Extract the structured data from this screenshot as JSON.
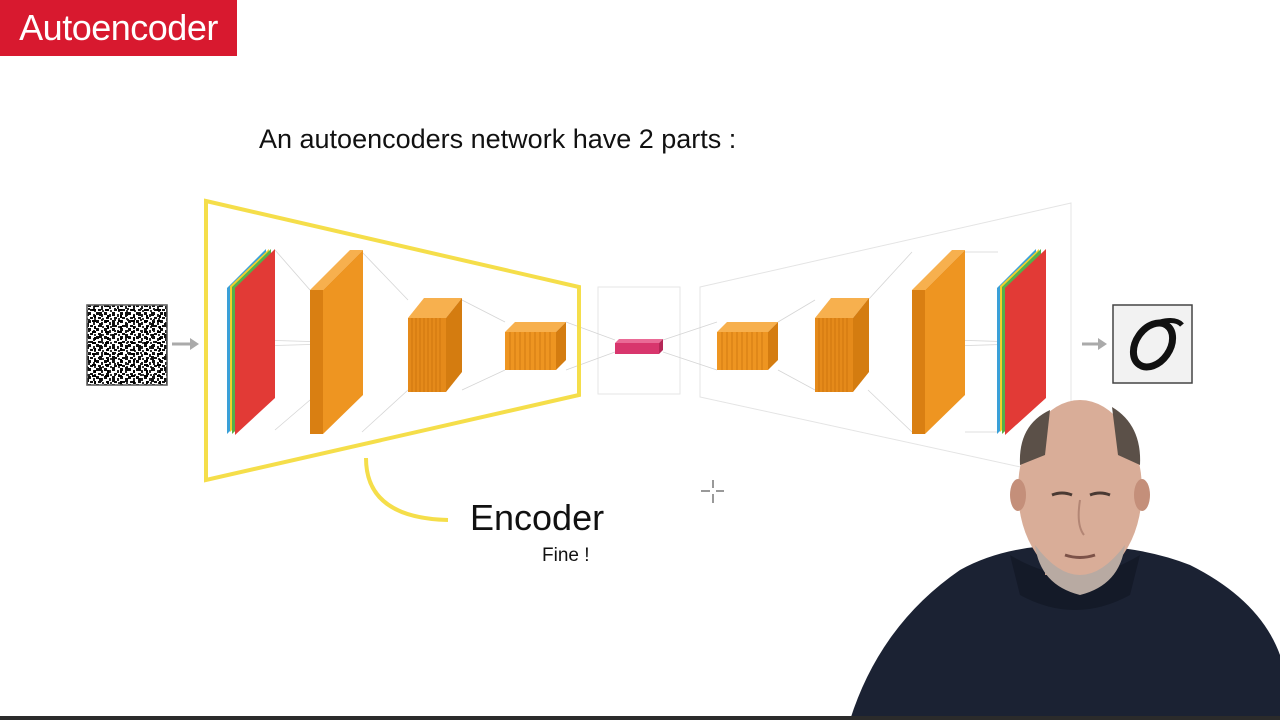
{
  "slide": {
    "title": "Autoencoder",
    "subtitle": "An autoencoders network have 2 parts :",
    "encoder_label": "Encoder",
    "fine_label": "Fine !"
  },
  "colors": {
    "title_bg": "#d8192f",
    "encoder_outline": "#f5de4a",
    "layer_orange": "#ee9521",
    "layer_red": "#e23a36",
    "latent_pink": "#d8366d"
  },
  "icons": {
    "input_image": "noisy-digit-image",
    "output_image": "clean-digit-zero-image",
    "cursor": "crosshair-cursor-icon",
    "presenter": "presenter-video"
  }
}
